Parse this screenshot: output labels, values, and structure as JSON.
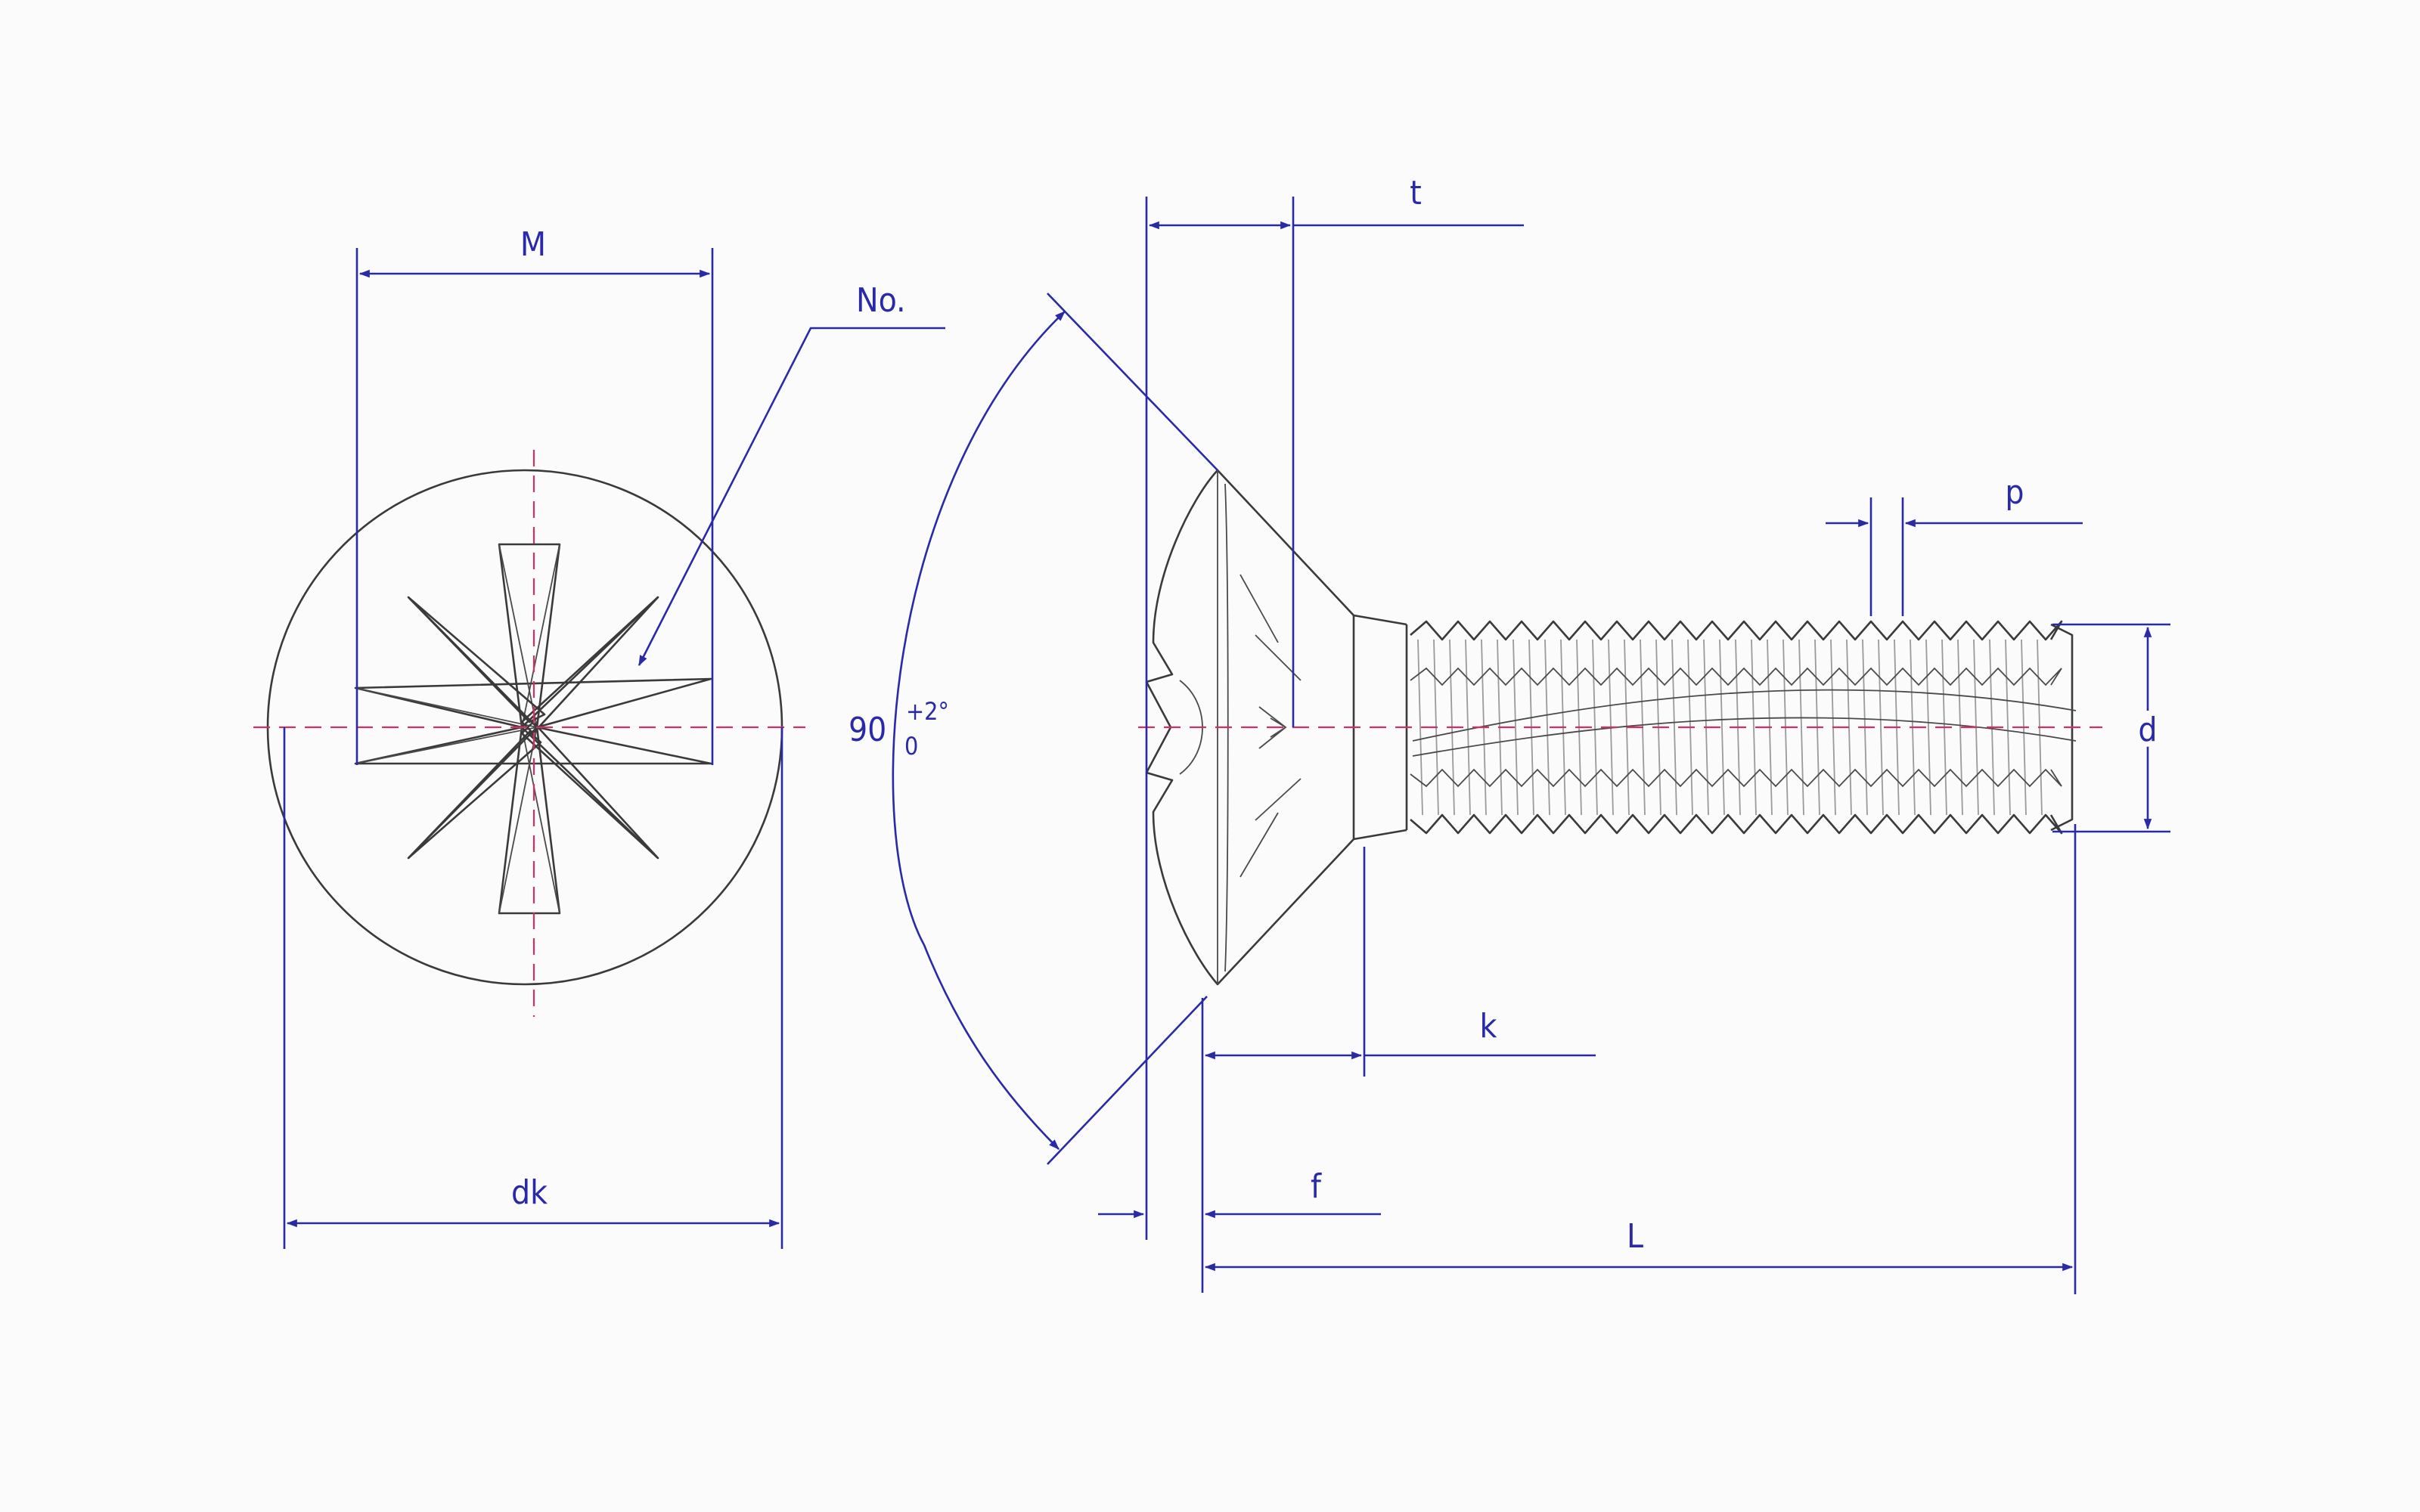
{
  "labels": {
    "M": "M",
    "no": "No.",
    "dk": "dk",
    "t": "t",
    "angle_main": "90",
    "angle_tol_upper": "+2°",
    "angle_tol_lower": "0",
    "p": "p",
    "d": "d",
    "k": "k",
    "f": "f",
    "L": "L"
  },
  "colors": {
    "dimension": "#2a2aa8",
    "outline": "#3a3a3a",
    "centerline": "#d0306a",
    "background": "#fbfbfb"
  }
}
